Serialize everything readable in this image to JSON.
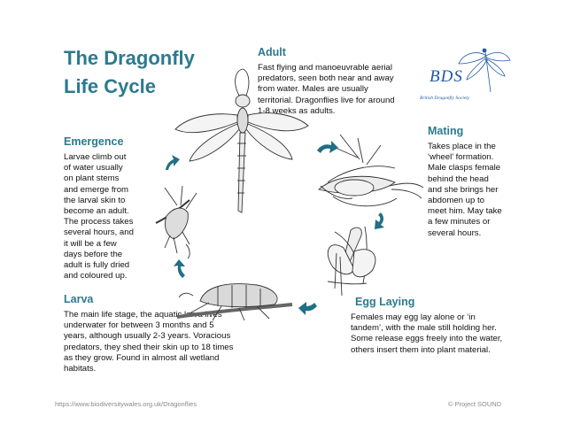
{
  "title_line1": "The Dragonfly",
  "title_line2": "Life Cycle",
  "logo": {
    "text": "BDS",
    "subtitle": "British Dragonfly Society"
  },
  "adult": {
    "heading": "Adult",
    "lines": [
      "Fast flying and manoeuvrable aerial",
      "predators, seen both near and away",
      "from water. Males are usually",
      "territorial. Dragonflies live for around",
      "1-8 weeks as adults."
    ]
  },
  "mating": {
    "heading": "Mating",
    "lines": [
      "Takes place in the",
      "‘wheel’ formation.",
      "Male clasps female",
      "behind the head",
      "and she brings her",
      "abdomen up to",
      "meet him. May take",
      "a few minutes or",
      "several hours."
    ]
  },
  "emergence": {
    "heading": "Emergence",
    "lines": [
      "Larvae climb out",
      "of water usually",
      "on plant stems",
      "and emerge from",
      "the larval skin to",
      "become an adult.",
      "The process takes",
      "several hours, and",
      "it will be a few",
      "days before the",
      "adult is fully dried",
      "and coloured up."
    ]
  },
  "larva": {
    "heading": "Larva",
    "lines": [
      "The main life stage, the aquatic larva lives",
      "underwater for between 3 months and 5",
      "years, although usually 2-3 years. Voracious",
      "predators, they shed their skin up to 18 times",
      "as they grow. Found in almost all wetland",
      "habitats."
    ]
  },
  "egg_laying": {
    "heading": "Egg Laying",
    "lines": [
      "Females may egg lay alone or ‘in",
      "tandem’, with the male still holding her.",
      "Some release eggs freely into the water,",
      "others insert them into plant material."
    ]
  },
  "footer": {
    "source": "https://www.biodiversitywales.org.uk/Dragonflies",
    "credit": "© Project SOUND"
  },
  "colors": {
    "heading": "#2c7a8e",
    "arrow": "#1f6f86",
    "logo": "#1f5aa6"
  }
}
